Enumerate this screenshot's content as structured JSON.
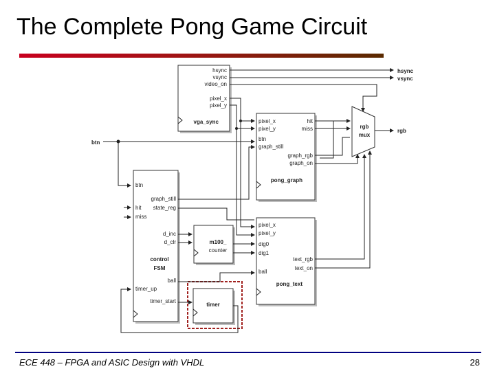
{
  "slide": {
    "title": "The Complete Pong Game Circuit",
    "footer_left": "ECE 448 – FPGA and ASIC Design with VHDL",
    "page_number": "28"
  },
  "diagram": {
    "external": {
      "hsync": "hsync",
      "vsync": "vsync",
      "rgb": "rgb",
      "btn": "btn"
    },
    "vga_sync": {
      "name": "vga_sync",
      "ports": [
        "hsync",
        "vsync",
        "video_on",
        "pixel_x",
        "pixel_y"
      ]
    },
    "pong_graph": {
      "name": "pong_graph",
      "in_ports": [
        "pixel_x",
        "pixel_y",
        "btn",
        "graph_still"
      ],
      "out_ports": [
        "hit",
        "miss",
        "graph_rgb",
        "graph_on"
      ]
    },
    "rgb_mux": {
      "label_top": "rgb",
      "label_bottom": "mux"
    },
    "control_fsm": {
      "name_line1": "control",
      "name_line2": "FSM",
      "in_ports": [
        "btn",
        "hit",
        "miss"
      ],
      "out_ports": [
        "graph_still",
        "state_reg",
        "d_inc",
        "d_clr",
        "ball",
        "timer_up",
        "timer_start"
      ]
    },
    "m100_counter": {
      "name_line1": "m100_",
      "name_line2": "counter"
    },
    "timer": {
      "name": "timer"
    },
    "pong_text": {
      "name": "pong_text",
      "in_ports": [
        "pixel_x",
        "pixel_y",
        "dig0",
        "dig1",
        "ball"
      ],
      "out_ports": [
        "text_rgb",
        "text_on"
      ]
    },
    "colors": {
      "timer_highlight": "#a0201e",
      "title_bar_start": "#c8001e",
      "title_bar_end": "#5a2a00",
      "footer_rule": "#000080"
    }
  }
}
